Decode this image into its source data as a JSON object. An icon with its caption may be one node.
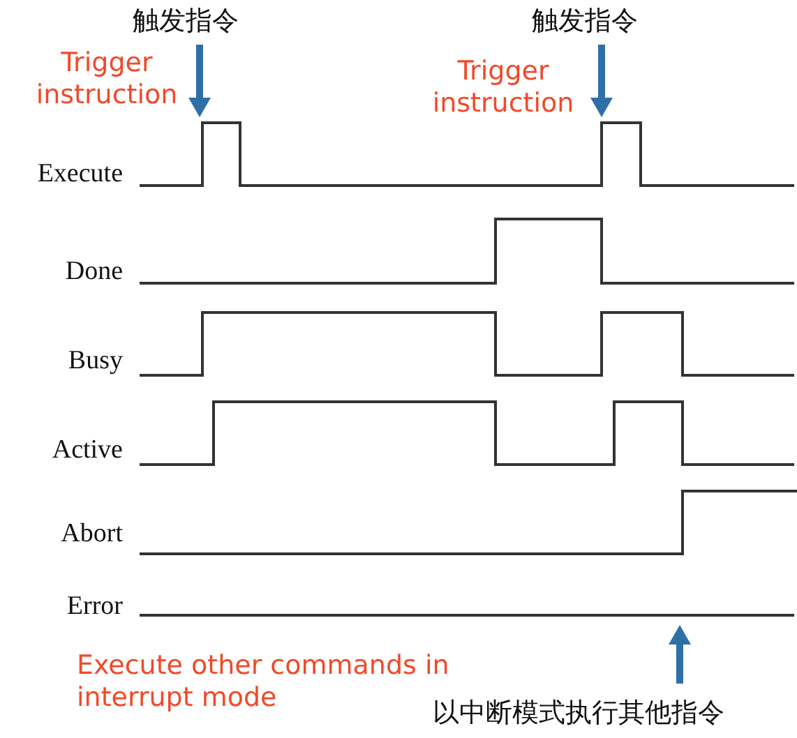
{
  "diagram": {
    "labels": [
      "触发指令",
      "Trigger instruction",
      "触发指令",
      "Trigger instruction",
      "Execute",
      "Done",
      "Busy",
      "Active",
      "Abort",
      "Error",
      "Execute other commands in interrupt mode",
      "以中断模式执行其他指令"
    ]
  }
}
